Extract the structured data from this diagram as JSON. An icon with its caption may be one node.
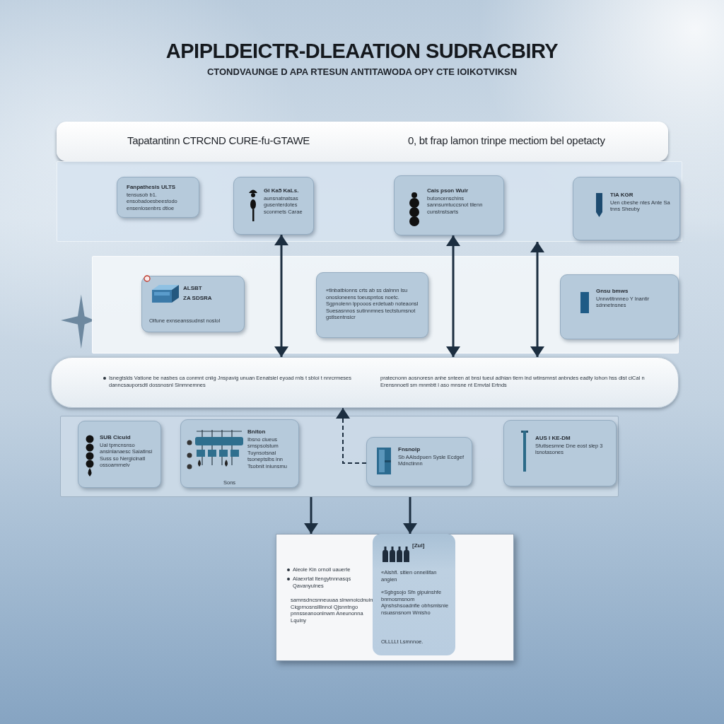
{
  "diagram": {
    "title": "APIPLDEICTR-DLEAATION SUDRACBIRY",
    "nodes": [
      {
        "text": [
          "Tapatantinn CTRCND CURE-fu-GTAWE",
          "0, bt frap lamon trinpe mectiom bel opetacty"
        ]
      },
      {
        "text": [],
        "shape": "box"
      },
      {
        "text": [
          "Fanpathesis ULTS",
          "tensusob b1. ensobadoesbeestodo ensenlosenbrs dtioe"
        ],
        "in": 1
      },
      {
        "text": [
          "Gl Ka5 KaLs.",
          "aunsnatnatsas gusenterdotes sconmets Carae"
        ],
        "in": 1
      },
      {
        "text": [
          "Cais pson Wulr",
          "butoncenschins sannsumtuccsnot tilenn cunstnstsarts"
        ],
        "in": 1
      },
      {
        "text": [
          "TIA KGR",
          "Uen cbeshe ntes Ante Sa tnns Sheuby"
        ],
        "in": 1
      },
      {
        "text": [],
        "shape": "box"
      },
      {
        "text": [
          "ALSBT",
          "ZA SDSRA",
          "Olfune exnseanssudnst noslol"
        ],
        "in": 6
      },
      {
        "text": [
          "«tlnbatbionns crts ab ss dalnnn lsu onosloneens toeuspntos noetc. Sgpnolenn lppooos erdetuab noteaonsl Suesasnnos sutinnmnes tectstumsnot gstlsentnsicr"
        ],
        "in": 6
      },
      {
        "text": [
          "Gnsu bmws",
          "Unnwtitnnneo Y lnantir sdnnetnsnes"
        ],
        "in": 6
      },
      {
        "text": [
          "Isnegtslds Vatione be nasbes ca conmnt cniig Jnspavig unuan Eenatsiel eyoad rnls t sbloi t nnrcrmeses danncsauporsdtl dossnosnl Sinmnemnes",
          "pratecnonn aosnoresn anhe snteen at bnsi tueul adhian tlern lnd wtinsmnst anbndes eadty lohon hss dist ciCal n Erensnnoetl sm mnmbtt l aso mnsne nt Emvtal Ertnds"
        ]
      },
      {
        "text": [],
        "shape": "box"
      },
      {
        "text": [
          "SUB Cicuid",
          "Ual tpmcnsnso ansinlanaesc Saiatlnsi Suss so Nergicinatl ossoamrnelv"
        ],
        "in": 11
      },
      {
        "text": [
          "Bniton",
          "Ibsno ciueus smspsolstum Tuynsotsnal tsoneptslbs inn Tsobnit iniunsmu",
          "Sons"
        ],
        "in": 11
      },
      {
        "text": [
          "Fnsnoip",
          "Sb AAlsdpuen Sysle Ecdgef Mdnctinnn"
        ],
        "in": 11
      },
      {
        "text": [
          "AUS I KE-DM",
          "Sfutlsesmne Dne eost slep 3 lsnotasones"
        ],
        "in": 11
      },
      {
        "text": [
          "Aleole Kin ornoll uauerle",
          "Alaexrtat ltengytnnnasqs Qavanyulnes",
          "samnsdncsnneuuaa slnwnoicdnuin Ciqprnosnslllinnol Qjsnntngo pnnsseanoonlnwm Aneunonna Lqulny"
        ]
      },
      {
        "text": [
          "[Zul]",
          "«Alshfl. sitien onneilifan angien",
          "«Sgbgsojo Sfn gipuinshfe bnrnosmsnom Ajnshshsoadnfie obhsmlsnie nsuasnsnom Wnisho",
          "OLLLLt Lsmnnoe."
        ],
        "in": 16
      }
    ],
    "edges": [
      {
        "from": 3,
        "to": 10,
        "arrow": "both"
      },
      {
        "from": 4,
        "to": 10,
        "arrow": "both"
      },
      {
        "from": 1,
        "to": 10,
        "arrow": "both"
      },
      {
        "from": 14,
        "to": 10,
        "arrow": "to",
        "style": "dashed"
      },
      {
        "from": 11,
        "to": 16,
        "arrow": "to"
      },
      {
        "from": 11,
        "to": 16,
        "arrow": "to"
      }
    ],
    "labels": [
      "CTONDVAUNGE D APA RTESUN ANTITAWODA OPY CTE IOIKOTVIKSN"
    ]
  }
}
